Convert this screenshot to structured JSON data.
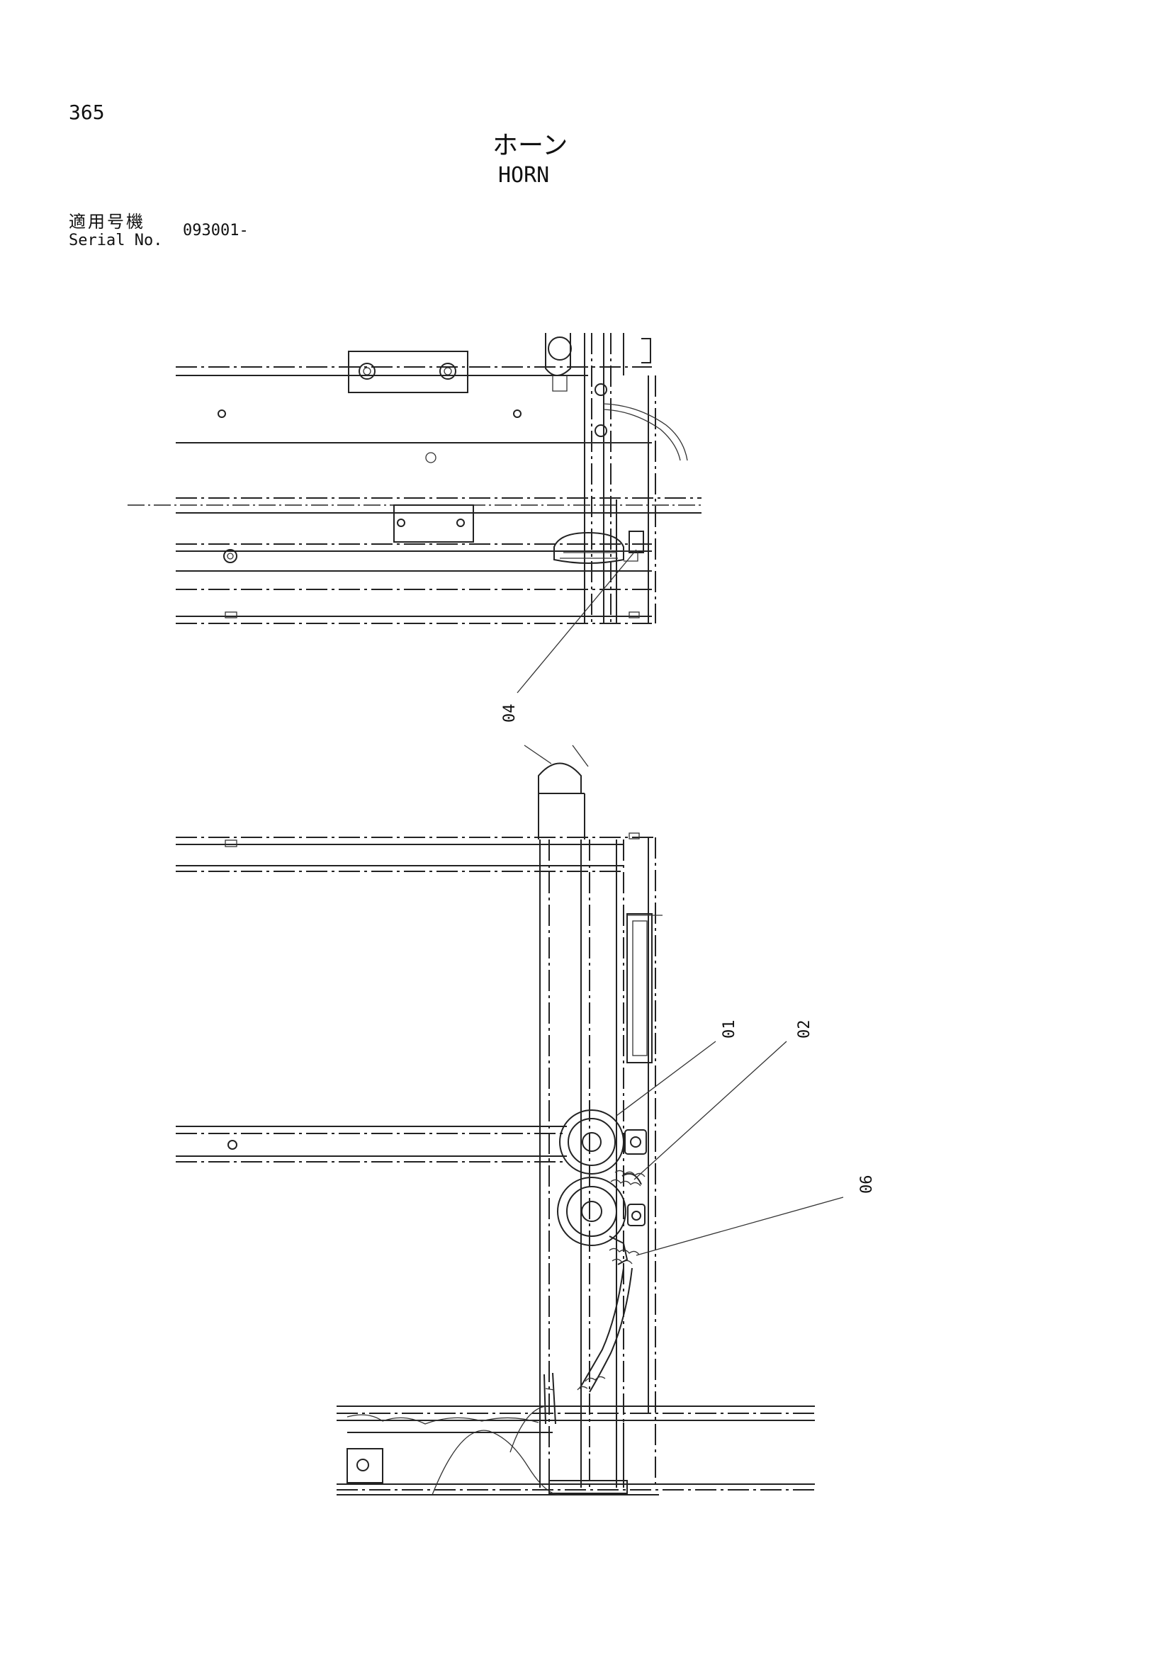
{
  "page_number": "365",
  "title_jp": "ホーン",
  "title_en": "HORN",
  "serial": {
    "label_jp": "適用号機",
    "label_en": "Serial No.",
    "value": "093001-"
  },
  "part_labels": {
    "p01": "01",
    "p02": "02",
    "p04": "04",
    "p06": "06"
  }
}
